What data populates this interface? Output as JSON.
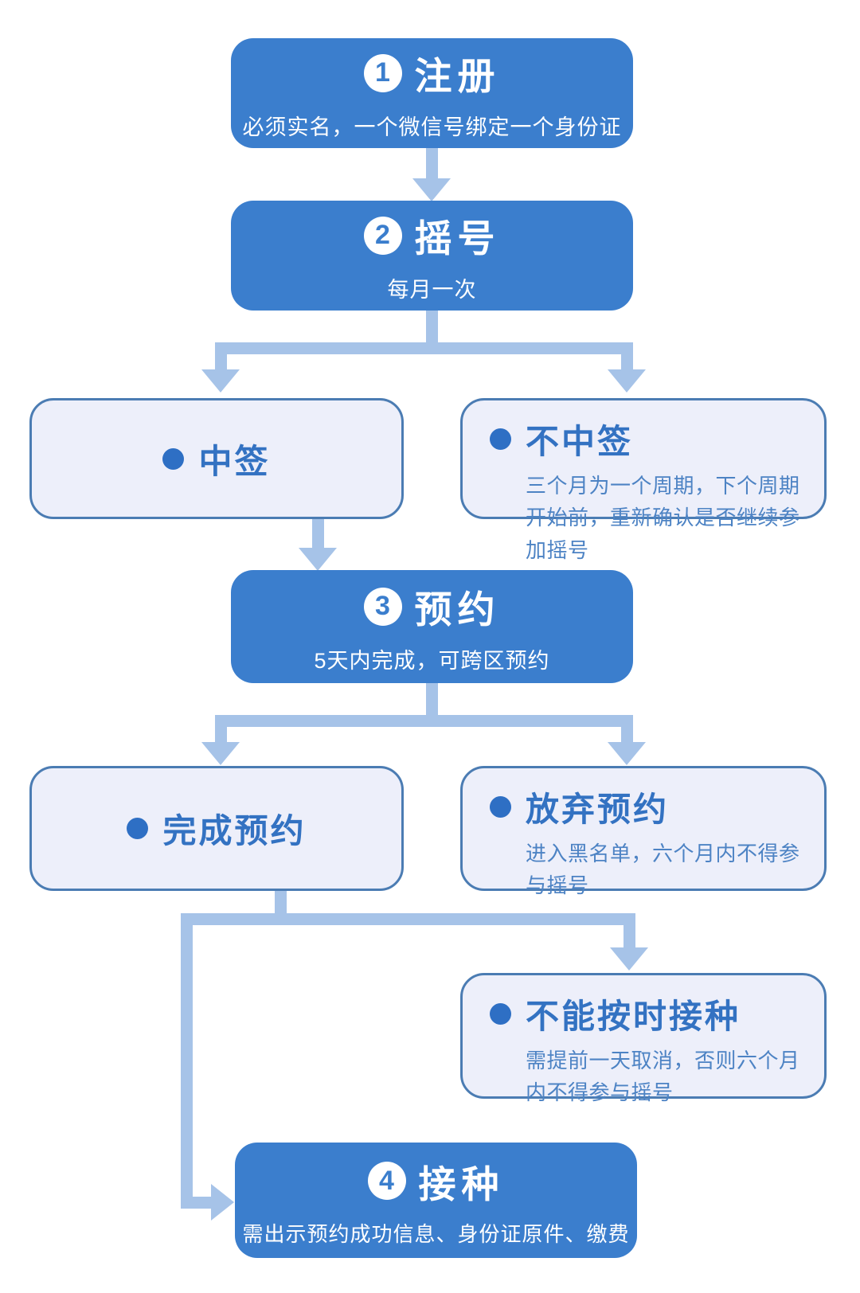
{
  "colors": {
    "step_box_fill": "#3b7ecd",
    "step_text": "#ffffff",
    "outcome_box_fill": "#edeffa",
    "outcome_box_border": "#4b7cb3",
    "outcome_title_text": "#3372c2",
    "outcome_body_text": "#4d83c4",
    "bullet": "#2e6fc4",
    "connector": "#a6c3e8",
    "background": "#ffffff"
  },
  "flow": {
    "step1": {
      "number": "1",
      "title": "注册",
      "subtitle": "必须实名，一个微信号绑定一个身份证"
    },
    "step2": {
      "number": "2",
      "title": "摇号",
      "subtitle": "每月一次"
    },
    "win": {
      "title": "中签"
    },
    "lose": {
      "title": "不中签",
      "body": "三个月为一个周期，下个周期开始前，重新确认是否继续参加摇号"
    },
    "step3": {
      "number": "3",
      "title": "预约",
      "subtitle": "5天内完成，可跨区预约"
    },
    "complete": {
      "title": "完成预约"
    },
    "abandon": {
      "title": "放弃预约",
      "body": "进入黑名单，六个月内不得参与摇号"
    },
    "cannot": {
      "title": "不能按时接种",
      "body": "需提前一天取消，否则六个月内不得参与摇号"
    },
    "step4": {
      "number": "4",
      "title": "接种",
      "subtitle": "需出示预约成功信息、身份证原件、缴费"
    }
  }
}
